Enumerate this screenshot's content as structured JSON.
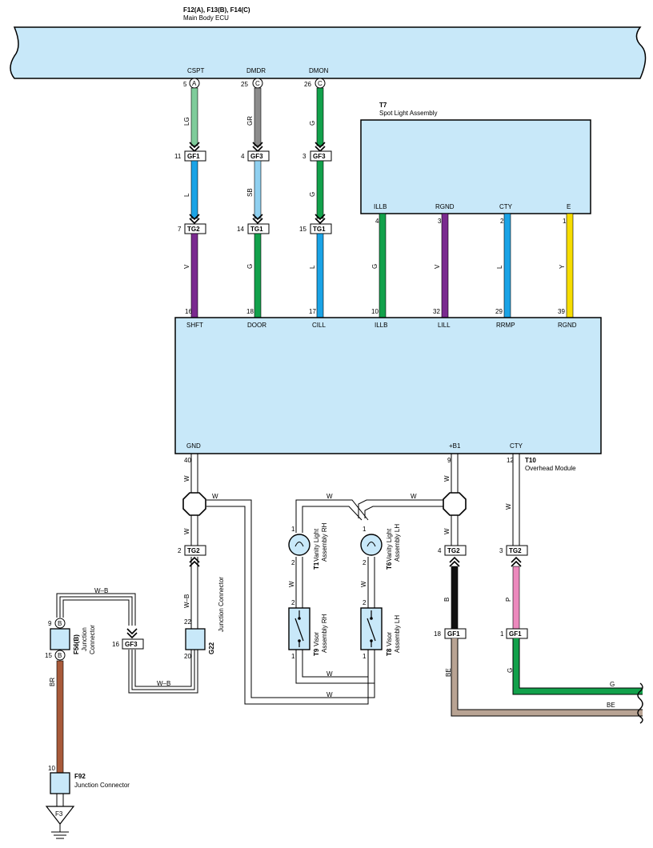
{
  "main_ecu": {
    "ref": "F12(A), F13(B), F14(C)",
    "name": "Main Body ECU"
  },
  "ecu_pins": [
    {
      "name": "CSPT",
      "pin": "5",
      "letter": "A"
    },
    {
      "name": "DMDR",
      "pin": "25",
      "letter": "C"
    },
    {
      "name": "DMON",
      "pin": "26",
      "letter": "C"
    }
  ],
  "ecu_wires": [
    {
      "upper": "LG",
      "mid": "L",
      "lower": "V",
      "c1": "GF1",
      "p1": "11",
      "c2": "TG2",
      "p2": "7",
      "colors": [
        "#7fcc9b",
        "#1aa3e6",
        "#7a2a8f"
      ]
    },
    {
      "upper": "GR",
      "mid": "SB",
      "lower": "G",
      "c1": "GF3",
      "p1": "4",
      "c2": "TG1",
      "p2": "14",
      "colors": [
        "#8c8c8c",
        "#8fd0f0",
        "#12a14b"
      ]
    },
    {
      "upper": "G",
      "mid": "G",
      "lower": "L",
      "c1": "GF3",
      "p1": "3",
      "c2": "TG1",
      "p2": "15",
      "colors": [
        "#12a14b",
        "#12a14b",
        "#1aa3e6"
      ]
    }
  ],
  "spot_light": {
    "ref": "T7",
    "name": "Spot Light Assembly",
    "pins": [
      {
        "name": "ILLB",
        "pin": "4",
        "wire": "G",
        "color": "#12a14b"
      },
      {
        "name": "RGND",
        "pin": "3",
        "wire": "V",
        "color": "#7a2a8f"
      },
      {
        "name": "CTY",
        "pin": "2",
        "wire": "L",
        "color": "#1aa3e6"
      },
      {
        "name": "E",
        "pin": "1",
        "wire": "Y",
        "color": "#f7dd00"
      }
    ]
  },
  "overhead": {
    "ref": "T10",
    "name": "Overhead Module",
    "top_pins": [
      {
        "name": "SHFT",
        "pin": "16"
      },
      {
        "name": "DOOR",
        "pin": "18"
      },
      {
        "name": "CILL",
        "pin": "17"
      },
      {
        "name": "ILLB",
        "pin": "10"
      },
      {
        "name": "LILL",
        "pin": "32"
      },
      {
        "name": "RRMP",
        "pin": "29"
      },
      {
        "name": "RGND",
        "pin": "39"
      }
    ],
    "bottom_pins": [
      {
        "name": "GND",
        "pin": "40"
      },
      {
        "name": "+B1",
        "pin": "9"
      },
      {
        "name": "CTY",
        "pin": "12"
      }
    ]
  },
  "lower": {
    "wire_w": "W",
    "wire_wb": "W–B",
    "wire_br": "BR",
    "wire_b": "B",
    "wire_p": "P",
    "wire_be": "BE",
    "wire_g": "G",
    "tg2": "TG2",
    "gf3": "GF3",
    "gf1": "GF1",
    "pin_2": "2",
    "pin_1": "1",
    "pin_4": "4",
    "pin_3": "3",
    "pin_9": "9",
    "pin_15": "15",
    "pin_16": "16",
    "pin_22": "22",
    "pin_20": "20",
    "pin_18": "18",
    "pin_10": "10",
    "letter_b": "B",
    "f56_ref": "F56(B)",
    "f56_name_1": "Junction",
    "f56_name_2": "Connector",
    "g22_ref": "G22",
    "g22_name": "Junction Connector",
    "f92_ref": "F92",
    "f92_name": "Junction Connector",
    "ground": "F3",
    "t1_ref": "T1",
    "t1_name_1": "Vanity Light",
    "t1_name_2": "Assembly RH",
    "t6_ref": "T6",
    "t6_name_1": "Vanity Light",
    "t6_name_2": "Assembly LH",
    "t9_ref": "T9",
    "t9_name_1": "Visor",
    "t9_name_2": "Assembly RH",
    "t8_ref": "T8",
    "t8_name_1": "Visor",
    "t8_name_2": "Assembly LH"
  }
}
